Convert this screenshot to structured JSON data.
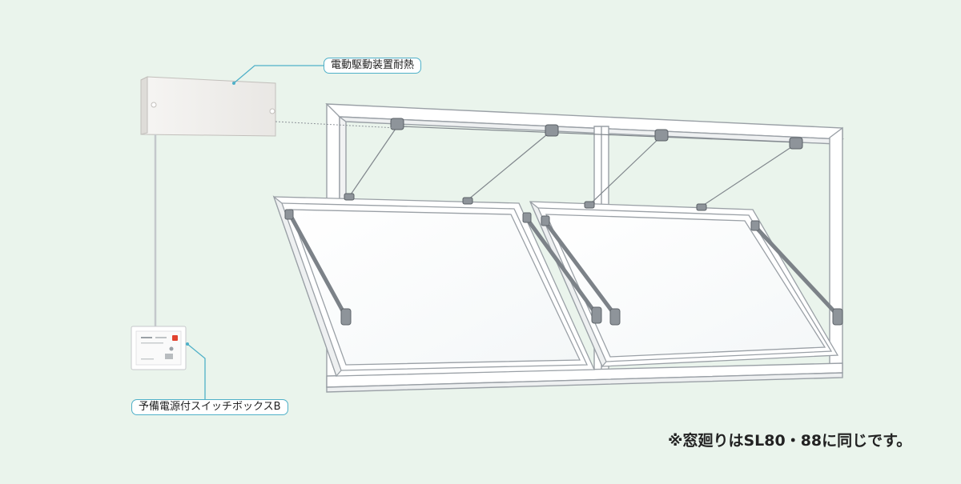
{
  "labels": {
    "drive_unit": "電動駆動装置耐熱",
    "switch_box": "予備電源付スイッチボックスB"
  },
  "footnote": "※窓廻りはSL80・88に同じです。",
  "colors": {
    "background": "#eaf4ec",
    "leader_line": "#4fb0c8",
    "frame": "#ffffff",
    "frame_edge": "#9aa0a6",
    "hardware": "#7c8288"
  }
}
